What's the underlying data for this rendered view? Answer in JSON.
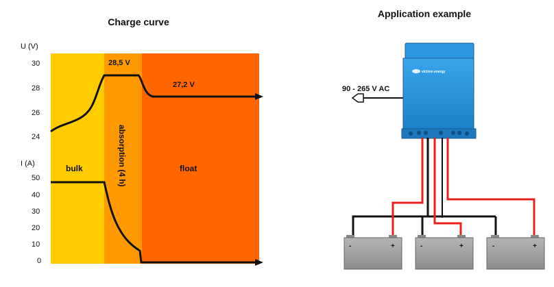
{
  "chart_title": "Charge curve",
  "voltage_axis": {
    "label": "U (V)",
    "ticks": [
      "30",
      "28",
      "26",
      "24"
    ]
  },
  "current_axis": {
    "label": "I (A)",
    "ticks": [
      "50",
      "40",
      "30",
      "20",
      "10",
      "0"
    ]
  },
  "phases": {
    "bulk": "bulk",
    "absorption": "absorption (4 h)",
    "float": "float"
  },
  "voltage_labels": {
    "absorption": "28,5 V",
    "float": "27,2 V"
  },
  "phase_colors": {
    "bulk": "#ffcc00",
    "absorption": "#ff9900",
    "float": "#ff6600"
  },
  "application_title": "Application example",
  "input_label": "90 - 265 V AC",
  "charger_brand": "victron energy",
  "battery_signs": {
    "negative": "-",
    "positive": "+"
  },
  "wire_colors": {
    "positive": "#e8201c",
    "negative": "#111111"
  },
  "charger_color": "#1a8fd8"
}
